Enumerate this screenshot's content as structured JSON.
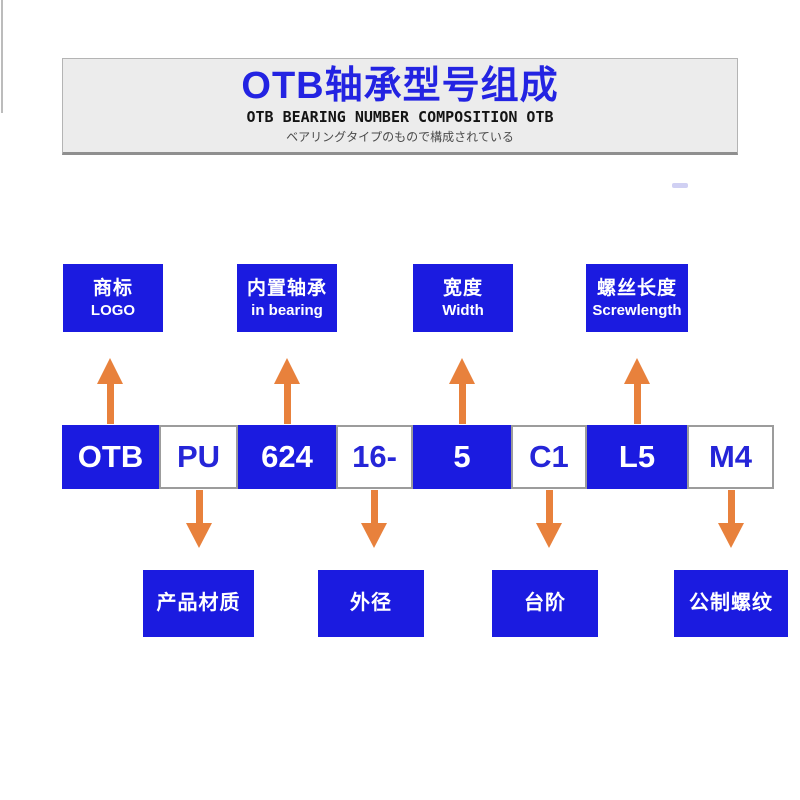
{
  "header": {
    "title": "OTB轴承型号组成",
    "subtitle": "OTB BEARING NUMBER COMPOSITION OTB",
    "subtitle_jp": "ベアリングタイプのもので構成されている"
  },
  "colors": {
    "box_blue": "#1b1be0",
    "code_text_blue": "#2525d8",
    "arrow_orange": "#e8813c",
    "header_bg": "#ececec",
    "title_blue": "#2323e2"
  },
  "top_labels": [
    {
      "zh": "商标",
      "en": "LOGO"
    },
    {
      "zh": "内置轴承",
      "en": "in bearing"
    },
    {
      "zh": "宽度",
      "en": "Width"
    },
    {
      "zh": "螺丝长度",
      "en": "Screwlength"
    }
  ],
  "code_segments": [
    {
      "text": "OTB"
    },
    {
      "text": "PU"
    },
    {
      "text": "624"
    },
    {
      "text": "16-"
    },
    {
      "text": "5"
    },
    {
      "text": "C1"
    },
    {
      "text": "L5"
    },
    {
      "text": "M4"
    }
  ],
  "bottom_labels": [
    {
      "zh": "产品材质"
    },
    {
      "zh": "外径"
    },
    {
      "zh": "台阶"
    },
    {
      "zh": "公制螺纹"
    }
  ]
}
